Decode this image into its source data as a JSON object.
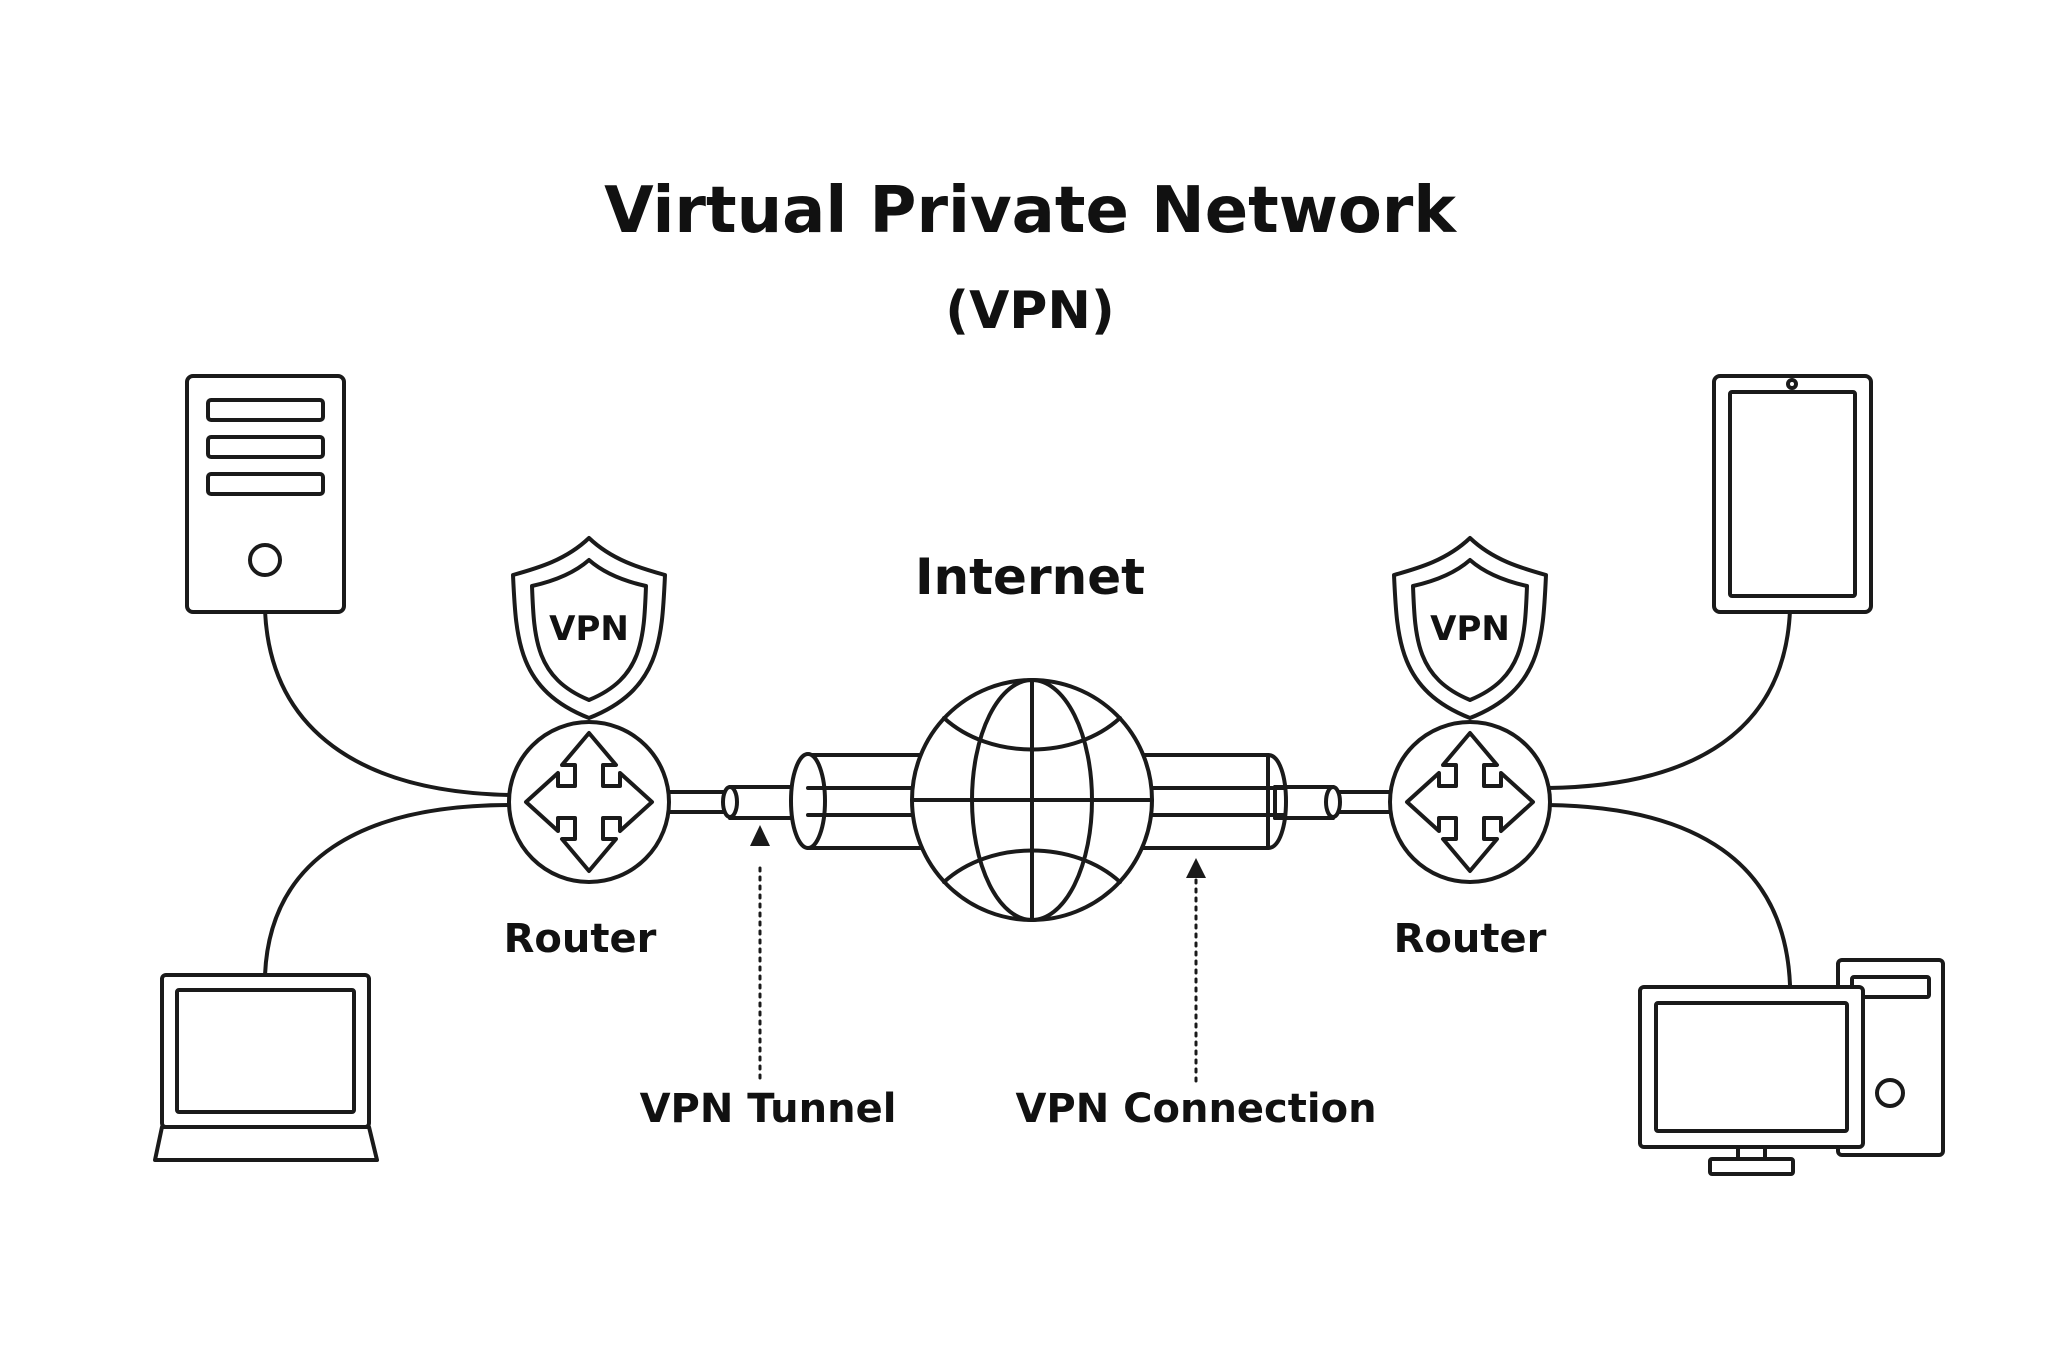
{
  "diagram": {
    "title": "Virtual Private Network",
    "subtitle": "(VPN)",
    "internet_label": "Internet",
    "left_router_label": "Router",
    "right_router_label": "Router",
    "left_shield_text": "VPN",
    "right_shield_text": "VPN",
    "tunnel_label": "VPN Tunnel",
    "connection_label": "VPN Connection"
  },
  "colors": {
    "line": "#1a1a1a",
    "background": "#ffffff"
  },
  "icons": [
    "server-icon",
    "laptop-icon",
    "tablet-icon",
    "desktop-icon",
    "router-icon",
    "shield-icon",
    "globe-icon"
  ]
}
